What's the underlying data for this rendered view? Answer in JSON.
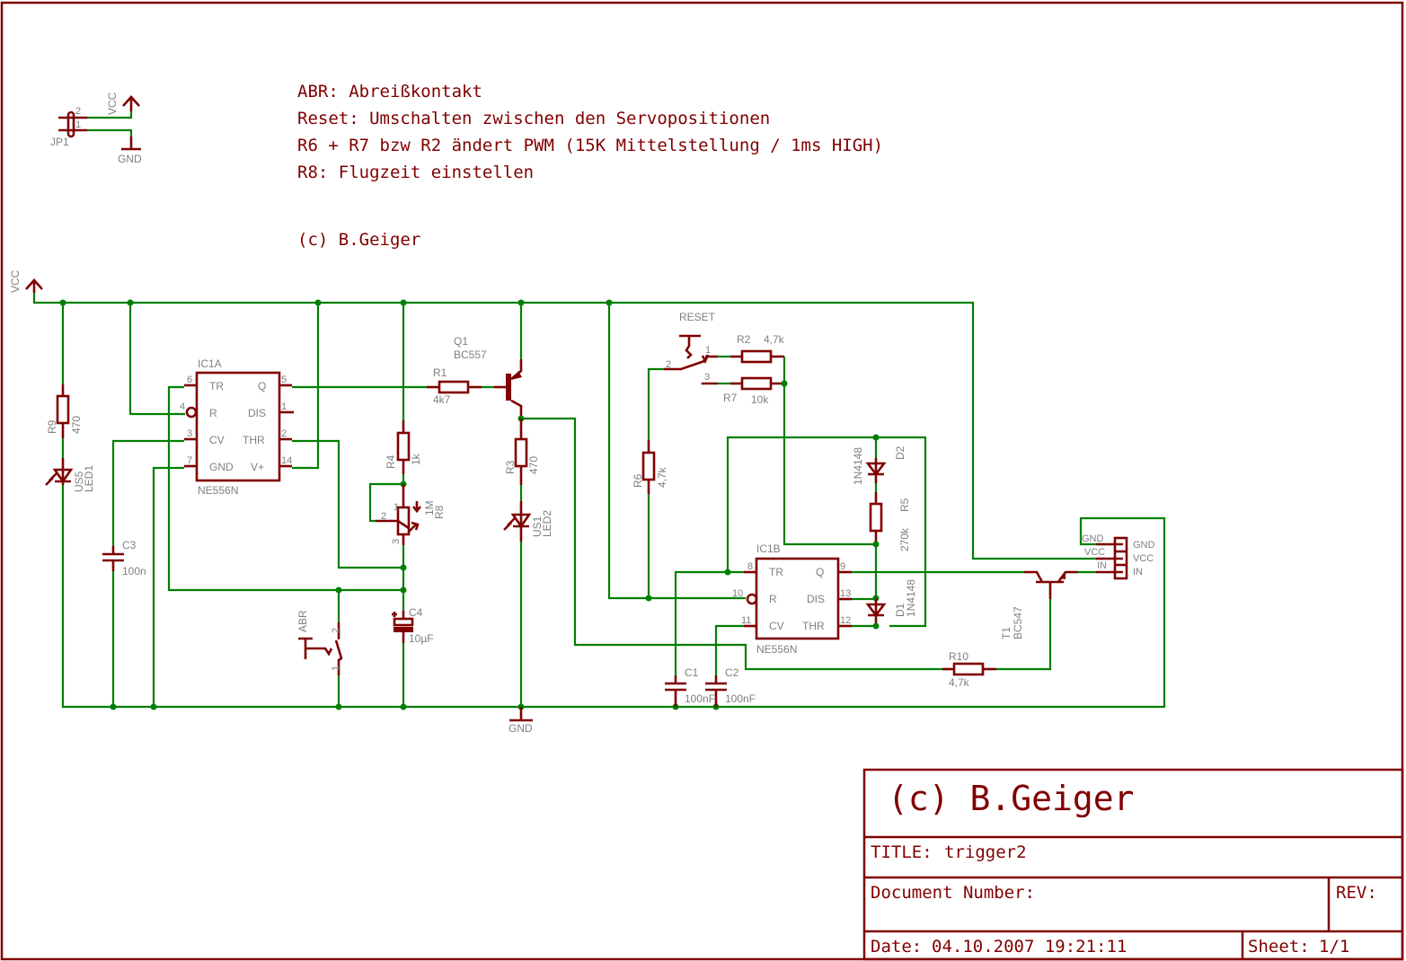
{
  "notes": [
    "ABR: Abreißkontakt",
    "Reset: Umschalten zwischen den Servopositionen",
    "R6 + R7 bzw R2 ändert PWM (15K Mittelstellung / 1ms HIGH)",
    "R8: Flugzeit einstellen"
  ],
  "copyright_note": "(c) B.Geiger",
  "title_block": {
    "author": "(c) B.Geiger",
    "title_label": "TITLE:",
    "title_value": "trigger2",
    "doc_number_label": "Document Number:",
    "doc_number_value": "",
    "rev_label": "REV:",
    "rev_value": "",
    "date_label": "Date:",
    "date_value": "04.10.2007 19:21:11",
    "sheet_label": "Sheet:",
    "sheet_value": "1/1"
  },
  "supplies": {
    "vcc": "VCC",
    "gnd": "GND"
  },
  "jumper": {
    "name": "JP1",
    "pin1": "1",
    "pin2": "2",
    "vcc": "VCC",
    "gnd": "GND"
  },
  "ic1a": {
    "name": "IC1A",
    "type": "NE556N",
    "pins": {
      "tr": "TR",
      "r": "R",
      "cv": "CV",
      "gnd": "GND",
      "q": "Q",
      "dis": "DIS",
      "thr": "THR",
      "vplus": "V+"
    },
    "numbers": {
      "tr": "6",
      "r": "4",
      "cv": "3",
      "gnd": "7",
      "q": "5",
      "dis": "1",
      "thr": "2",
      "vplus": "14"
    }
  },
  "ic1b": {
    "name": "IC1B",
    "type": "NE556N",
    "pins": {
      "tr": "TR",
      "r": "R",
      "cv": "CV",
      "q": "Q",
      "dis": "DIS",
      "thr": "THR"
    },
    "numbers": {
      "tr": "8",
      "r": "10",
      "cv": "11",
      "q": "9",
      "dis": "13",
      "thr": "12"
    }
  },
  "components": {
    "r1": {
      "name": "R1",
      "value": "4k7"
    },
    "r2": {
      "name": "R2",
      "value": "4,7k"
    },
    "r3": {
      "name": "R3",
      "value": "470"
    },
    "r4": {
      "name": "R4",
      "value": "1k"
    },
    "r5": {
      "name": "R5",
      "value": "270k"
    },
    "r6": {
      "name": "R6",
      "value": "4,7k"
    },
    "r7": {
      "name": "R7",
      "value": "10k"
    },
    "r8": {
      "name": "R8",
      "value": "1M",
      "pin1": "1",
      "pin2": "2",
      "pin3": "3"
    },
    "r9": {
      "name": "R9",
      "value": "470"
    },
    "r10": {
      "name": "R10",
      "value": "4,7k"
    },
    "c1": {
      "name": "C1",
      "value": "100nF"
    },
    "c2": {
      "name": "C2",
      "value": "100nF"
    },
    "c3": {
      "name": "C3",
      "value": "100n"
    },
    "c4": {
      "name": "C4",
      "value": "10µF",
      "polarity": "+"
    },
    "d1": {
      "name": "D1",
      "value": "1N4148"
    },
    "d2": {
      "name": "D2",
      "value": "1N4148"
    },
    "led1": {
      "name": "US5",
      "value": "LED1"
    },
    "led2": {
      "name": "US1",
      "value": "LED2"
    },
    "q1": {
      "name": "Q1",
      "value": "BC557"
    },
    "t1": {
      "name": "T1",
      "value": "BC547"
    },
    "reset": {
      "name": "RESET",
      "pin1": "1",
      "pin2": "2",
      "pin3": "3"
    },
    "abr": {
      "name": "ABR",
      "pin1": "1",
      "pin2": "2"
    },
    "servo": {
      "left": [
        "GND",
        "VCC",
        "IN"
      ],
      "right": [
        "GND",
        "VCC",
        "IN"
      ]
    }
  },
  "colors": {
    "frame": "#800000",
    "wire": "#008000",
    "label": "#808080"
  }
}
